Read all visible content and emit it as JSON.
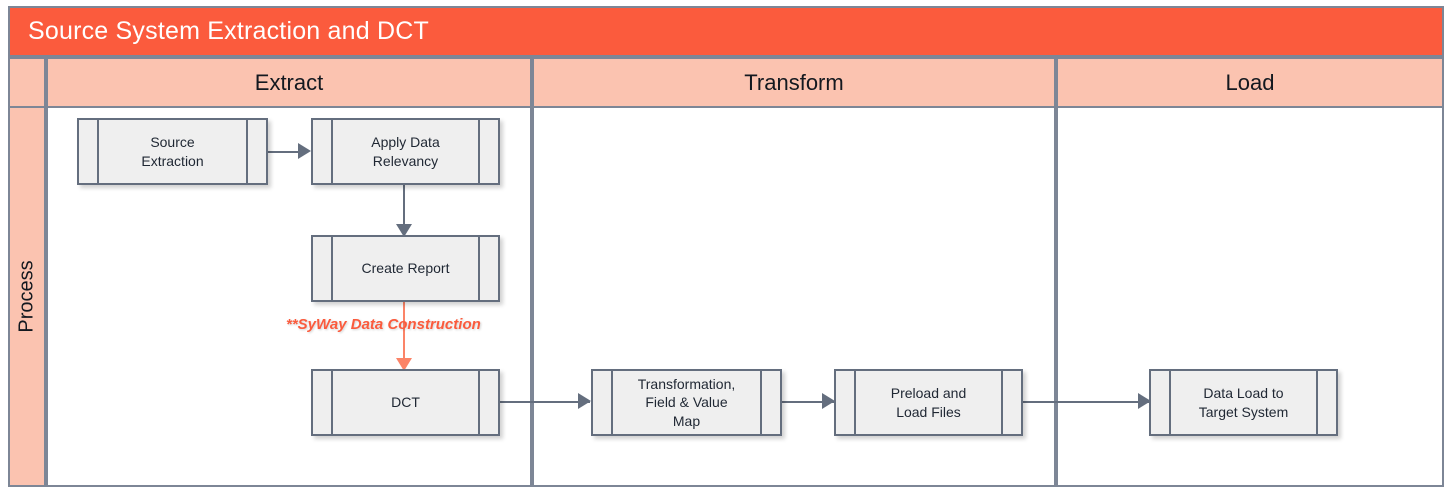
{
  "diagram": {
    "title": "Source System Extraction and DCT",
    "colors": {
      "title_bar": "#fb5b3d",
      "phase_header": "#fbc3b0",
      "lane_header": "#fbc3b0",
      "node_fill": "#efefef",
      "node_border": "#646e7e",
      "frame_border": "#7d8696",
      "annotation": "#fb5b3d",
      "annotation_connector": "#fb8468"
    },
    "phases": [
      {
        "id": "extract",
        "label": "Extract"
      },
      {
        "id": "transform",
        "label": "Transform"
      },
      {
        "id": "load",
        "label": "Load"
      }
    ],
    "lanes": [
      {
        "id": "process",
        "label": "Process"
      }
    ],
    "nodes": [
      {
        "id": "source-extraction",
        "label": "Source\nExtraction",
        "phase": "extract",
        "shape": "predefined-process"
      },
      {
        "id": "apply-data-relevancy",
        "label": "Apply Data\nRelevancy",
        "phase": "extract",
        "shape": "predefined-process"
      },
      {
        "id": "create-report",
        "label": "Create Report",
        "phase": "extract",
        "shape": "predefined-process"
      },
      {
        "id": "dct",
        "label": "DCT",
        "phase": "extract",
        "shape": "predefined-process"
      },
      {
        "id": "transformation-field-value-map",
        "label": "Transformation,\nField & Value\nMap",
        "phase": "transform",
        "shape": "predefined-process"
      },
      {
        "id": "preload-and-load-files",
        "label": "Preload and\nLoad Files",
        "phase": "transform",
        "shape": "predefined-process"
      },
      {
        "id": "data-load-to-target-system",
        "label": "Data Load to\nTarget System",
        "phase": "load",
        "shape": "predefined-process"
      }
    ],
    "edges": [
      {
        "id": "e1",
        "from": "source-extraction",
        "to": "apply-data-relevancy",
        "direction": "right",
        "color": "#646e7e"
      },
      {
        "id": "e2",
        "from": "apply-data-relevancy",
        "to": "create-report",
        "direction": "down",
        "color": "#646e7e"
      },
      {
        "id": "e3",
        "from": "create-report",
        "to": "dct",
        "direction": "down",
        "color": "#fb8468",
        "label": "**SyWay Data Construction"
      },
      {
        "id": "e4",
        "from": "dct",
        "to": "transformation-field-value-map",
        "direction": "right",
        "color": "#646e7e"
      },
      {
        "id": "e5",
        "from": "transformation-field-value-map",
        "to": "preload-and-load-files",
        "direction": "right",
        "color": "#646e7e"
      },
      {
        "id": "e6",
        "from": "preload-and-load-files",
        "to": "data-load-to-target-system",
        "direction": "right",
        "color": "#646e7e"
      }
    ],
    "annotations": [
      {
        "id": "syway-note",
        "text": "**SyWay Data Construction"
      }
    ]
  }
}
